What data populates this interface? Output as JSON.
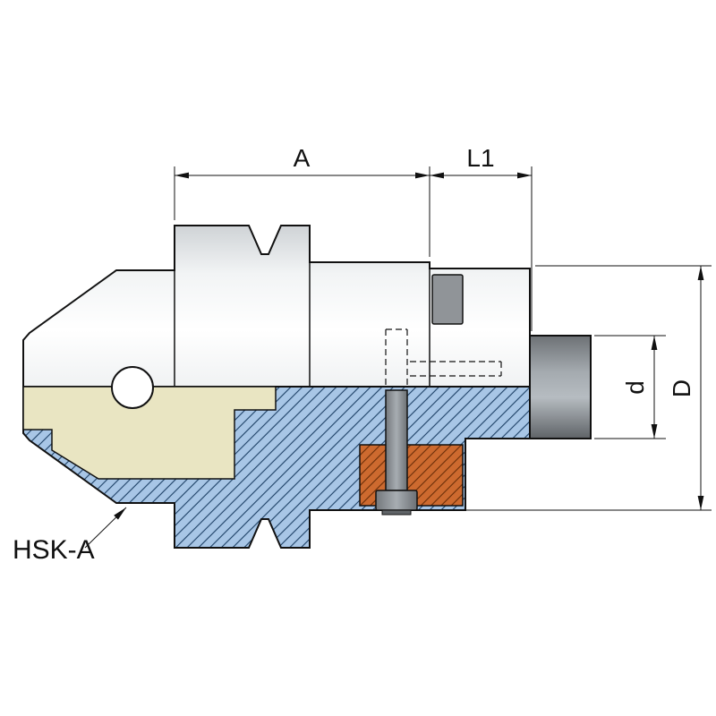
{
  "drawing": {
    "shank_label": "HSK-A",
    "dimension_labels": {
      "a": "A",
      "l1": "L1",
      "d_small": "d",
      "d_big": "D"
    }
  },
  "colors": {
    "outline": "#111111",
    "section_blue": "#a8c6e6",
    "hatch_blue": "#1d4066",
    "section_yellow": "#e9e5c2",
    "section_orange": "#cd6a2f",
    "hatch_orange": "#6b2e08",
    "steel_gray": "#909498",
    "steel_gray_dark": "#606468"
  }
}
